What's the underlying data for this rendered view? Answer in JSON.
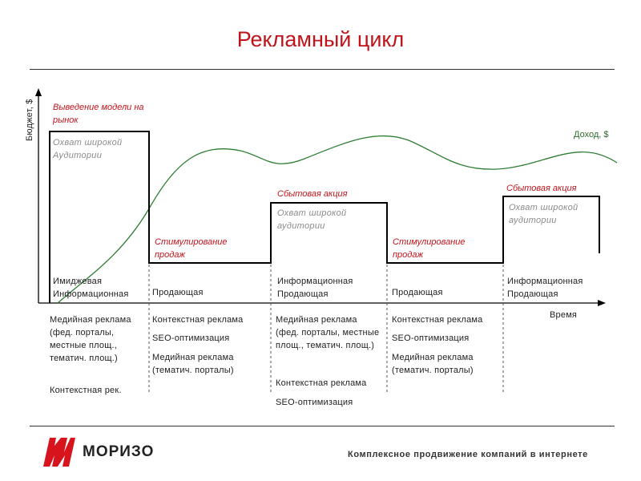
{
  "title": "Рекламный цикл",
  "axes": {
    "y_label": "Бюджет, $",
    "x_label": "Время",
    "income_label": "Доход, $"
  },
  "phases": [
    {
      "stage": "Выведение модели на рынок",
      "audience": "Охват широкой Аудитории",
      "type": "Имиджевая Информационная",
      "channels": [
        "Медийная реклама (фед. порталы, местные площ., тематич. площ.)",
        "Контекстная рек."
      ]
    },
    {
      "stage": "Стимулирование продаж",
      "type": "Продающая",
      "channels": [
        "Контекстная реклама",
        "SEO-оптимизация",
        "Медийная реклама (тематич. порталы)"
      ]
    },
    {
      "stage": "Сбытовая акция",
      "audience": "Охват широкой аудитории",
      "type": "Информационная Продающая",
      "channels": [
        "Медийная реклама (фед. порталы, местные площ., тематич. площ.)",
        "Контекстная реклама",
        "SEO-оптимизация"
      ]
    },
    {
      "stage": "Стимулирование продаж",
      "type": "Продающая",
      "channels": [
        "Контекстная реклама",
        "SEO-оптимизация",
        "Медийная реклама (тематич. порталы)"
      ]
    },
    {
      "stage": "Сбытовая акция",
      "audience": "Охват широкой аудитории",
      "type": "Информационная Продающая"
    }
  ],
  "footer": {
    "brand": "МОРИЗО",
    "tagline": "Комплексное продвижение компаний в интернете"
  },
  "colors": {
    "title": "#c0141b",
    "stage_text": "#c0141b",
    "audience_text": "#8a8a8a",
    "budget_line": "#000000",
    "income_curve": "#2e7d32",
    "logo": "#d7141d"
  }
}
